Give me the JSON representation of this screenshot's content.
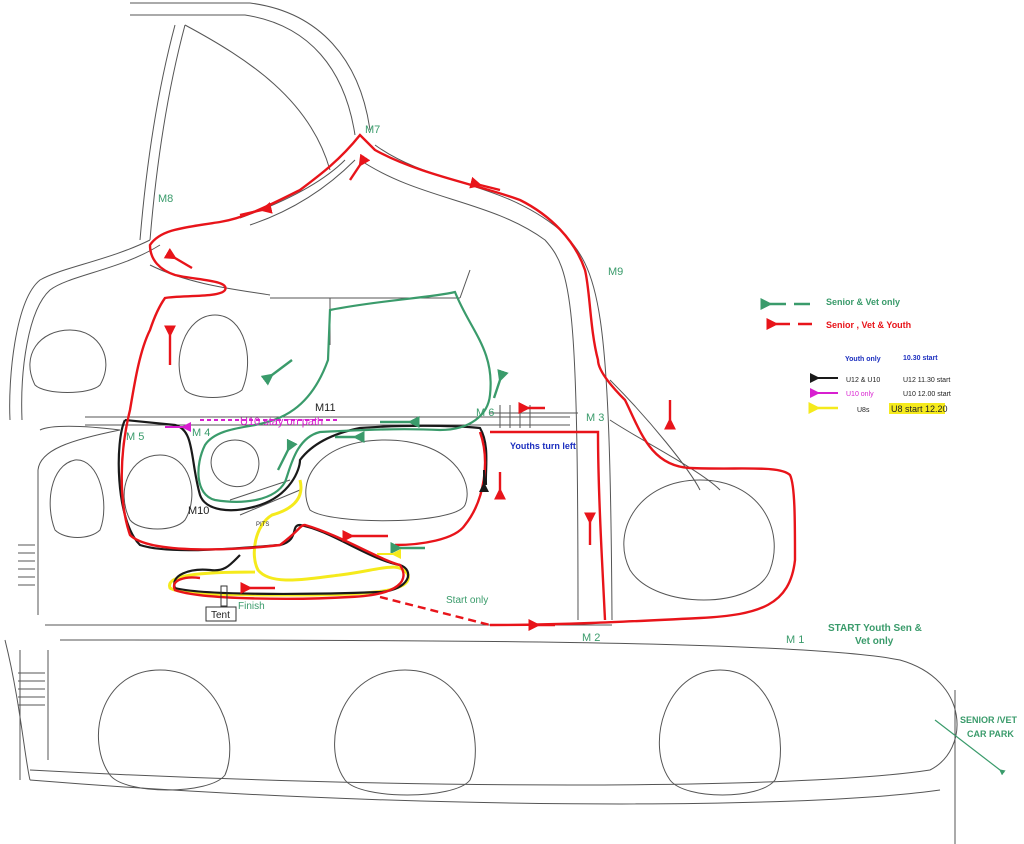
{
  "markers": {
    "m1": "M 1",
    "m2": "M 2",
    "m3": "M 3",
    "m4": "M 4",
    "m5": "M 5",
    "m6": "M 6",
    "m7": "M7",
    "m8": "M8",
    "m9": "M9",
    "m10": "M10",
    "m11": "M11"
  },
  "annotations": {
    "u10_stay": "U10 stay on path",
    "youths_turn_left": "Youths turn left",
    "pits": "PITS",
    "finish": "Finish",
    "tent": "Tent",
    "start_only": "Start only",
    "start_youth": "START Youth Sen &",
    "start_youth_2": "Vet only",
    "car_park": "SENIOR /VET",
    "car_park_2": "CAR PARK"
  },
  "legend": {
    "senior_vet": "Senior & Vet only",
    "senior_vet_youth": "Senior , Vet & Youth",
    "youth_only": "Youth only",
    "youth_start": "10.30 start",
    "u12_u10": "U12 & U10",
    "u12_start": "U12 11.30 start",
    "u10_only": "U10 only",
    "u10_start": "U10 12.00 start",
    "u8s": "U8s",
    "u8_start": "U8 start 12.20"
  },
  "colors": {
    "senior_vet_youth": "#e8141a",
    "senior_vet": "#3a9b6b",
    "u12_u10": "#1a1a1a",
    "u10": "#d81fd0",
    "u8": "#f5ea1c",
    "youth_text": "#1c2fbf",
    "park_line": "#555555"
  }
}
